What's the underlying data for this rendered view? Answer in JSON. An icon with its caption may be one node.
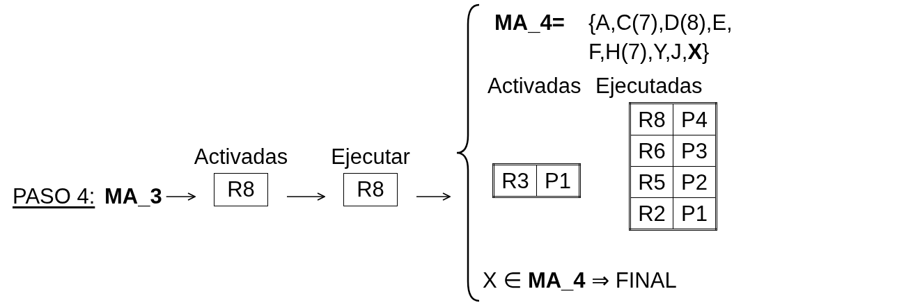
{
  "diagram": {
    "nodes": [
      {
        "text": [
          "MA_3"
        ]
      },
      {
        "text": [
          "Activadas",
          "R8"
        ]
      },
      {
        "text": [
          "Ejecutar",
          "R8"
        ]
      },
      {
        "text": [],
        "shape": "brace"
      }
    ],
    "edges": [
      {
        "from": 0,
        "to": 1,
        "arrow": "to"
      },
      {
        "from": 1,
        "to": 2,
        "arrow": "to"
      },
      {
        "from": 2,
        "to": 3,
        "arrow": "to"
      }
    ],
    "labels": [
      "PASO 4:",
      "MA_4=",
      "{A,C(7),D(8),E, F,H(7),Y,J,**X**}",
      "Activadas",
      "Ejecutadas",
      "R3",
      "P1",
      "R8",
      "P4",
      "R6",
      "P3",
      "R5",
      "P2",
      "R2",
      "P1",
      "X ∈ **MA_4** ⇒ FINAL"
    ]
  }
}
